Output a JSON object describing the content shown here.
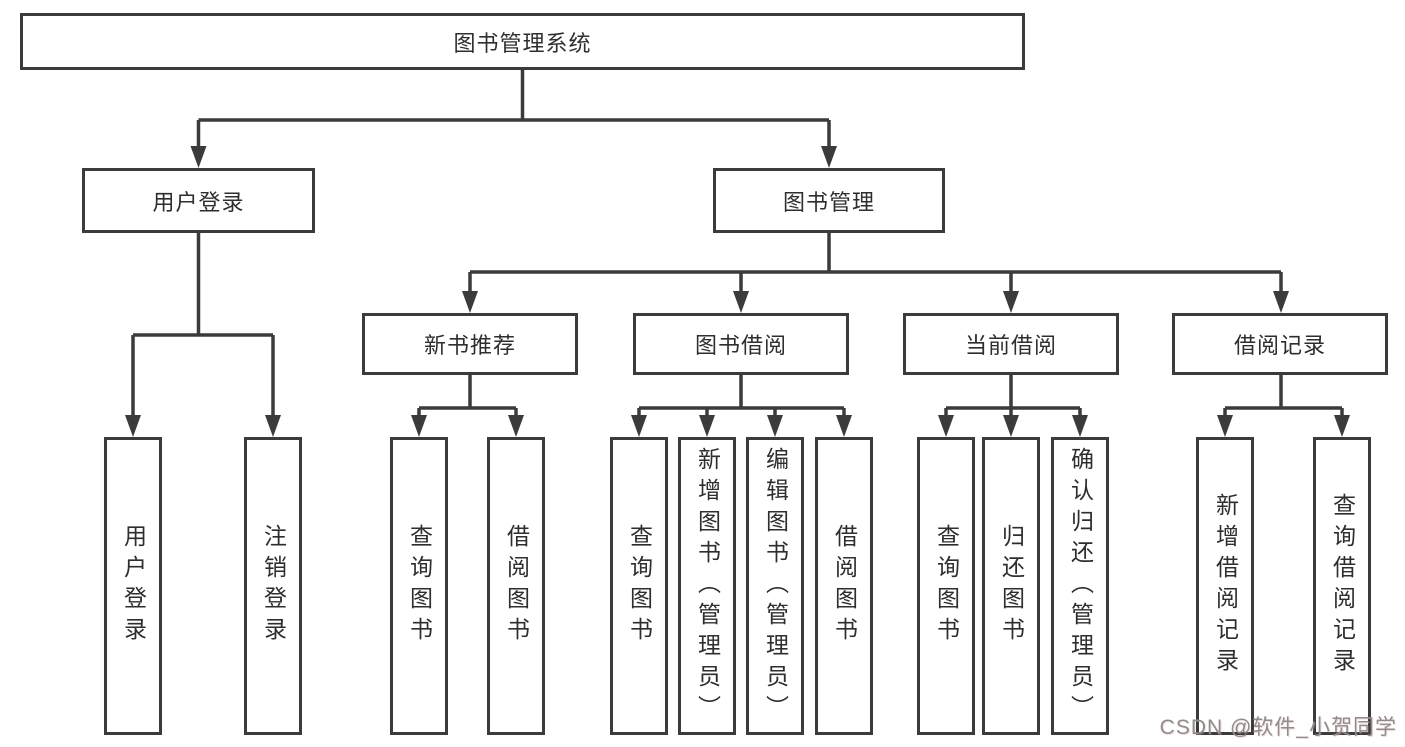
{
  "tree": {
    "root": "图书管理系统",
    "branches": [
      {
        "label": "用户登录",
        "children": [
          {
            "label": "用户登录"
          },
          {
            "label": "注销登录"
          }
        ]
      },
      {
        "label": "图书管理",
        "modules": [
          {
            "label": "新书推荐",
            "children": [
              {
                "label": "查询图书"
              },
              {
                "label": "借阅图书"
              }
            ]
          },
          {
            "label": "图书借阅",
            "children": [
              {
                "label": "查询图书"
              },
              {
                "label": "新增图书（管理员）"
              },
              {
                "label": "编辑图书（管理员）"
              },
              {
                "label": "借阅图书"
              }
            ]
          },
          {
            "label": "当前借阅",
            "children": [
              {
                "label": "查询图书"
              },
              {
                "label": "归还图书"
              },
              {
                "label": "确认归还（管理员）"
              }
            ]
          },
          {
            "label": "借阅记录",
            "children": [
              {
                "label": "新增借阅记录"
              },
              {
                "label": "查询借阅记录"
              }
            ]
          }
        ]
      }
    ]
  },
  "watermark": {
    "text": "CSDN @软件_小贺同学"
  },
  "colors": {
    "line": "#3b3b3b",
    "text": "#2e2e2e",
    "background": "#ffffff",
    "watermark": "#918b8b"
  }
}
